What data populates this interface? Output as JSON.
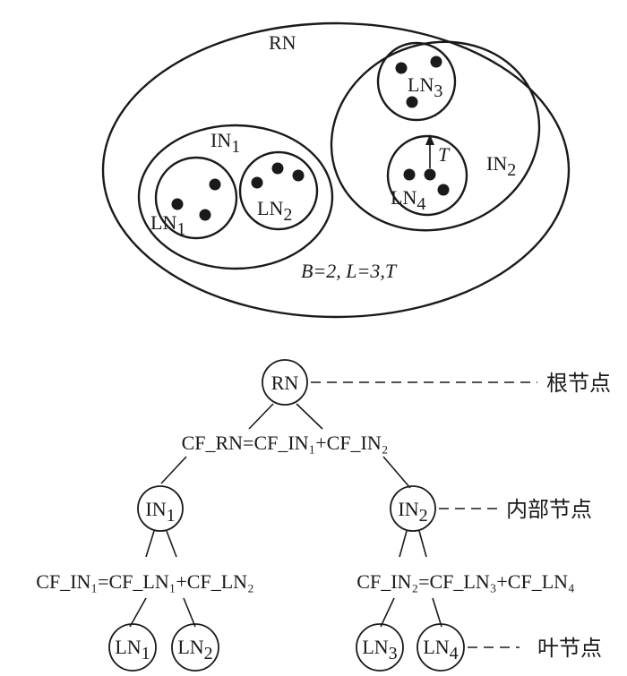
{
  "top_diagram": {
    "root_label": "RN",
    "params": "B=2, L=3,T",
    "internal_nodes": [
      {
        "label": "IN",
        "sub": "1"
      },
      {
        "label": "IN",
        "sub": "2"
      }
    ],
    "leaf_nodes": [
      {
        "label": "LN",
        "sub": "1"
      },
      {
        "label": "LN",
        "sub": "2"
      },
      {
        "label": "LN",
        "sub": "3"
      },
      {
        "label": "LN",
        "sub": "4"
      }
    ],
    "threshold_label": "T"
  },
  "tree": {
    "root": "RN",
    "root_formula": "CF_RN=CF_IN₁+CF_IN₂",
    "in1_formula": "CF_IN₁=CF_LN₁+CF_LN₂",
    "in2_formula": "CF_IN₂=CF_LN₃+CF_LN₄",
    "legend": {
      "root": "根节点",
      "internal": "内部节点",
      "leaf": "叶节点"
    }
  }
}
